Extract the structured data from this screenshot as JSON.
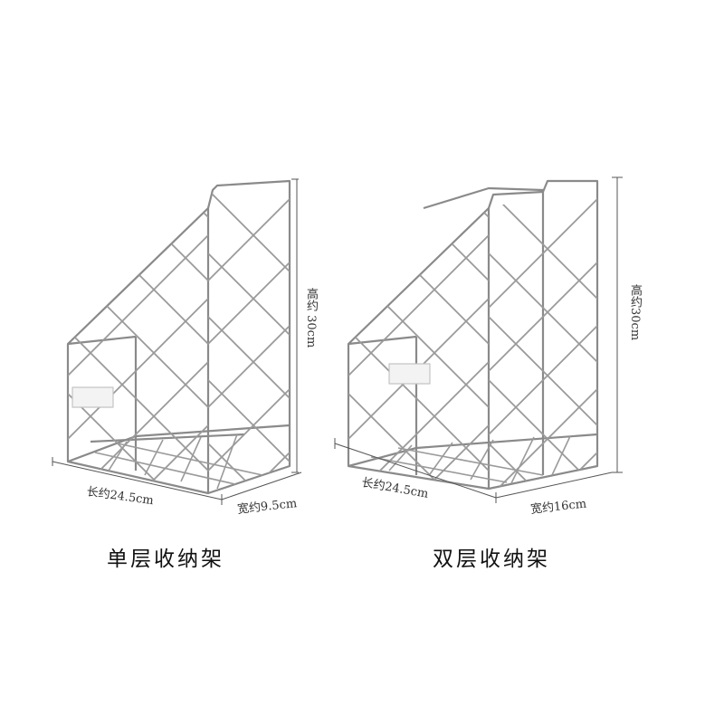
{
  "single": {
    "caption": "单层收纳架",
    "height_label": "高约 30cm",
    "length_label": "长约24.5cm",
    "width_label": "宽约9.5cm"
  },
  "double": {
    "caption": "双层收纳架",
    "height_label": "高约30cm",
    "length_label": "长约24.5cm",
    "width_label": "宽约16cm"
  },
  "colors": {
    "wire": "#8a8a8a",
    "wire_light": "#b3b3b3",
    "dimension_line": "#555555"
  }
}
